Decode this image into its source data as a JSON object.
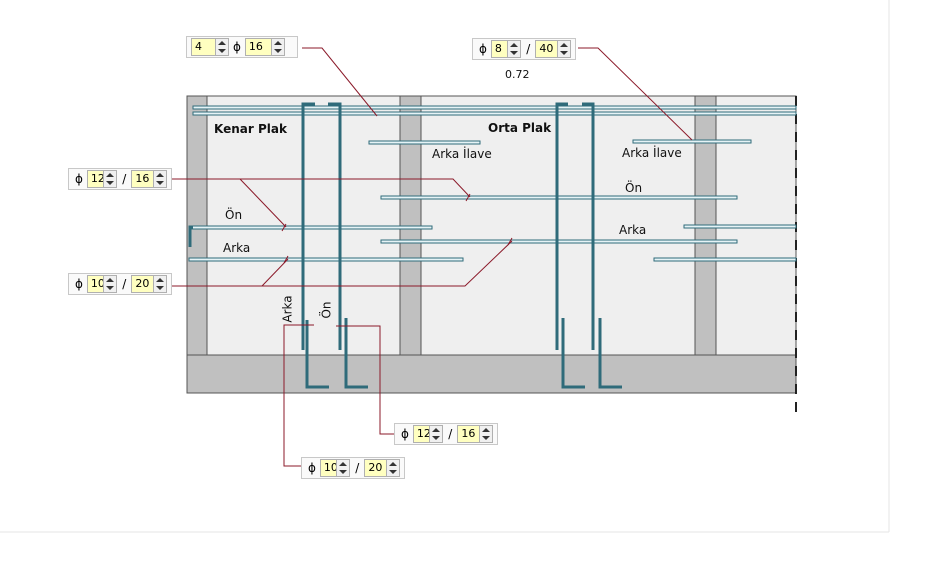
{
  "labels": {
    "kenar_plak": "Kenar Plak",
    "orta_plak": "Orta Plak",
    "arka_ilave_1": "Arka İlave",
    "arka_ilave_2": "Arka İlave",
    "on_left": "Ön",
    "arka_left": "Arka",
    "on_mid": "Ön",
    "arka_mid": "Arka",
    "arka_vert": "Arka",
    "on_vert": "Ön",
    "dim_072": "0.72"
  },
  "controls": {
    "top_left": {
      "count": "4",
      "symbol": "ϕ",
      "dia": "16"
    },
    "top_right": {
      "symbol": "ϕ",
      "dia": "8",
      "slash": "/",
      "spacing": "40"
    },
    "left_upper": {
      "symbol": "ϕ",
      "dia": "12",
      "slash": "/",
      "spacing": "16"
    },
    "left_lower": {
      "symbol": "ϕ",
      "dia": "10",
      "slash": "/",
      "spacing": "20"
    },
    "bottom_right": {
      "symbol": "ϕ",
      "dia": "12",
      "slash": "/",
      "spacing": "16"
    },
    "bottom_left": {
      "symbol": "ϕ",
      "dia": "10",
      "slash": "/",
      "spacing": "20"
    }
  },
  "colors": {
    "concrete": "#efefef",
    "beam": "#c0c0c0",
    "rebar": "#2f6b7a",
    "rebar_fill": "#e6f3f6",
    "leader": "#8b1a2a"
  }
}
